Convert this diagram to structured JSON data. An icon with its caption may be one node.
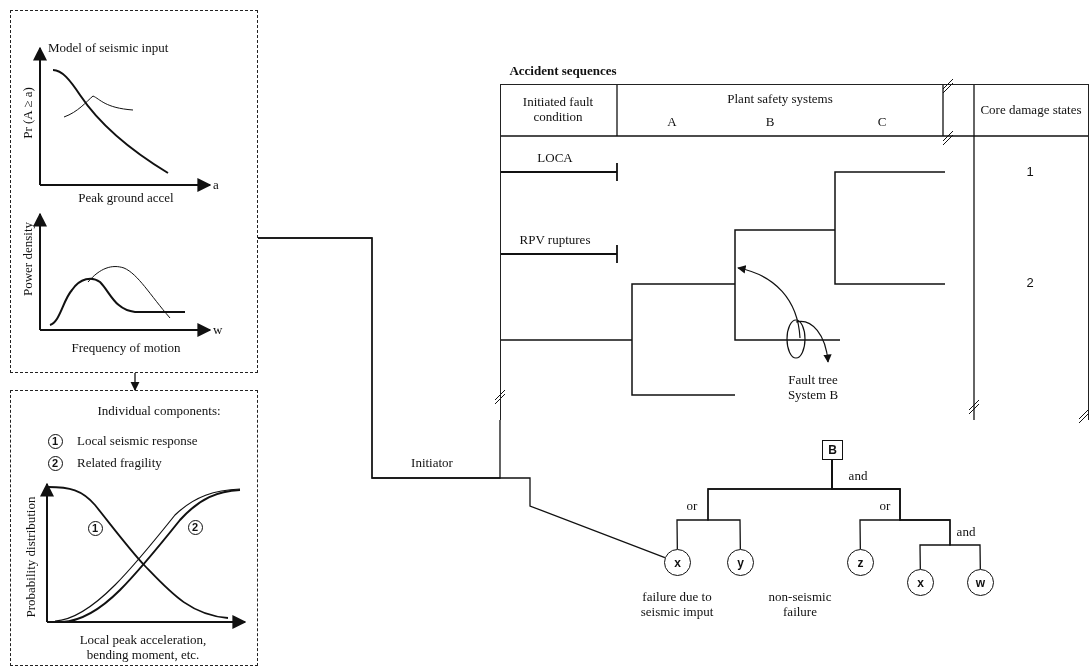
{
  "diagram": {
    "nodes": [
      {
        "text": [
          "Model of seismic input",
          "Pr (A ≥ a)",
          "a",
          "Peak ground accel",
          "Power density",
          "w",
          "Frequency of motion"
        ]
      },
      {
        "text": [
          "Individual components:",
          "Local seismic response",
          "Related fragility",
          "Probability distribution",
          "Local peak acceleration, bending moment, etc."
        ]
      },
      {
        "text": [
          "Accident sequences"
        ]
      },
      {
        "text": [
          "B"
        ]
      },
      {
        "text": [
          "x"
        ],
        "beside": [
          "failure due to seismic imput"
        ]
      },
      {
        "text": [
          "y"
        ],
        "beside": [
          "non-seismic failure"
        ]
      },
      {
        "text": [
          "z"
        ]
      },
      {
        "text": [
          "x"
        ]
      },
      {
        "text": [
          "w"
        ]
      }
    ],
    "edges": [
      {
        "from": 0,
        "to": 1,
        "arrow": "to"
      },
      {
        "from": 0,
        "to": 2,
        "arrow": "none",
        "label": "Initiator"
      },
      {
        "from": 0,
        "to": 4,
        "arrow": "none"
      },
      {
        "from": 3,
        "to": 4,
        "arrow": "none"
      },
      {
        "from": 3,
        "to": 5,
        "arrow": "none"
      },
      {
        "from": 3,
        "to": 6,
        "arrow": "none"
      },
      {
        "from": 3,
        "to": 7,
        "arrow": "none"
      },
      {
        "from": 3,
        "to": 8,
        "arrow": "none"
      }
    ],
    "labels": [
      "1",
      "2",
      "1",
      "2",
      "Initiated fault condition",
      "Plant safety systems",
      "A",
      "B",
      "C",
      "Core damage states",
      "LOCA",
      "RPV ruptures",
      "1",
      "2",
      "Fault tree System B",
      "and",
      "or",
      "or",
      "and"
    ]
  }
}
